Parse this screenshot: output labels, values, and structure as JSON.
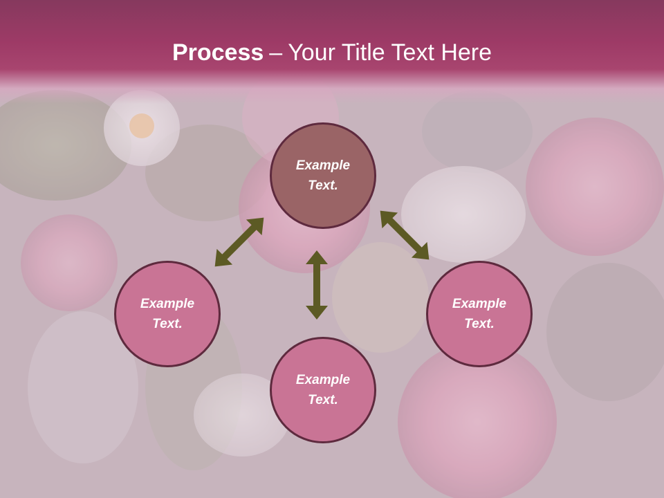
{
  "title": {
    "bold": "Process",
    "separator": "–",
    "rest": "Your Title Text Here"
  },
  "colors": {
    "title_band": "#9d3a66",
    "center_circle": "#9a6466",
    "outer_circle": "#c97495",
    "circle_border": "#5e2a3e",
    "arrow": "#5c5a24"
  },
  "nodes": {
    "center": {
      "line1": "Example",
      "line2": "Text."
    },
    "left": {
      "line1": "Example",
      "line2": "Text."
    },
    "right": {
      "line1": "Example",
      "line2": "Text."
    },
    "bottom": {
      "line1": "Example",
      "line2": "Text."
    }
  }
}
